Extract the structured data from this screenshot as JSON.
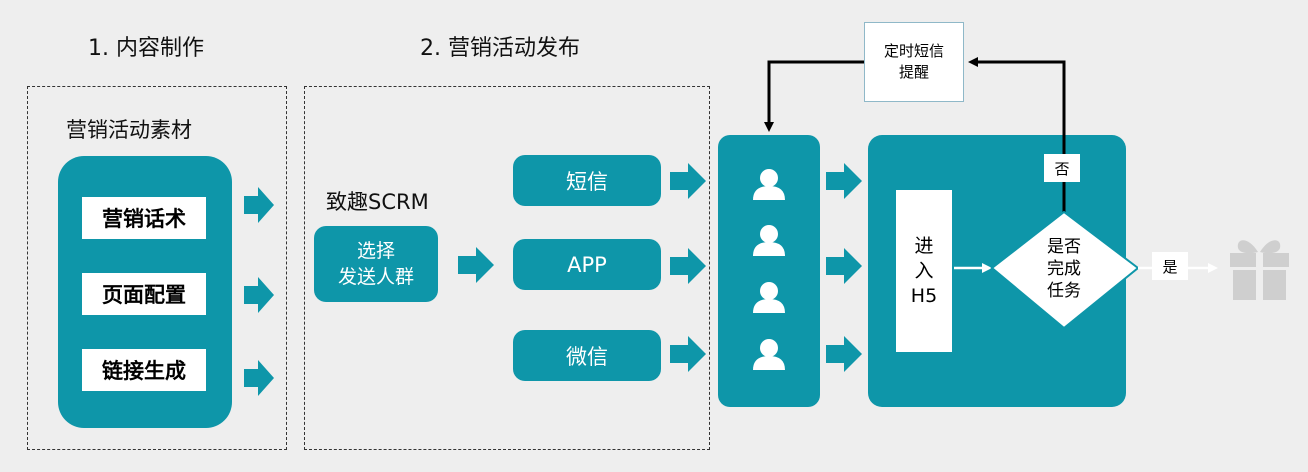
{
  "step1": {
    "title": "1. 内容制作",
    "material_title": "营销活动素材",
    "items": [
      "营销话术",
      "页面配置",
      "链接生成"
    ]
  },
  "step2": {
    "title": "2. 营销活动发布",
    "scrm_title": "致趣SCRM",
    "select_line1": "选择",
    "select_line2": "发送人群",
    "channels": [
      "短信",
      "APP",
      "微信"
    ]
  },
  "reminder": {
    "line1": "定时短信",
    "line2": "提醒"
  },
  "enter": {
    "line1": "进",
    "line2": "入",
    "line3": "H5"
  },
  "decision": {
    "line1": "是否",
    "line2": "完成",
    "line3": "任务"
  },
  "no_label": "否",
  "yes_label": "是",
  "icons": {
    "user": "user-icon",
    "gift": "gift-icon"
  },
  "colors": {
    "teal": "#0e96a9",
    "gift": "#cfcfcf",
    "background": "#eeeeee"
  }
}
